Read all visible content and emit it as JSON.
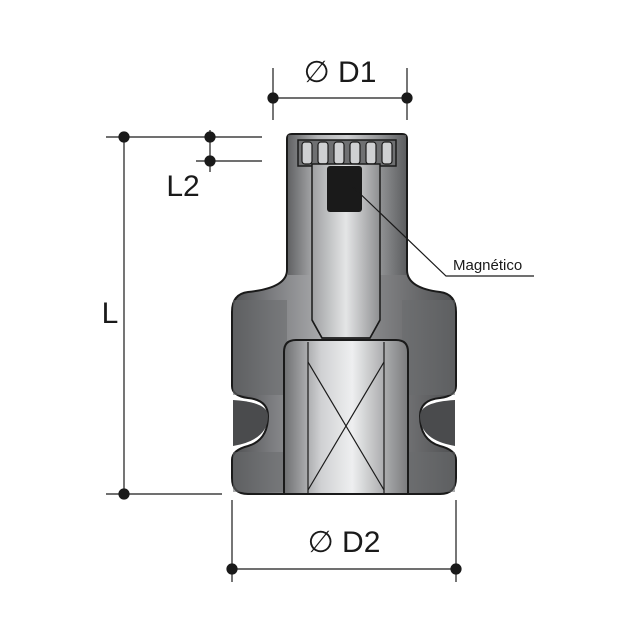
{
  "labels": {
    "d1": "∅ D1",
    "d2": "∅ D2",
    "l": "L",
    "l2": "L2",
    "callout": "Magnético"
  },
  "colors": {
    "body_dark": "#5f6062",
    "body_mid": "#8a8b8d",
    "body_light": "#c9cacc",
    "highlight": "#e6e7e8",
    "magnet": "#1a1a1a",
    "line": "#1a1a1a"
  }
}
